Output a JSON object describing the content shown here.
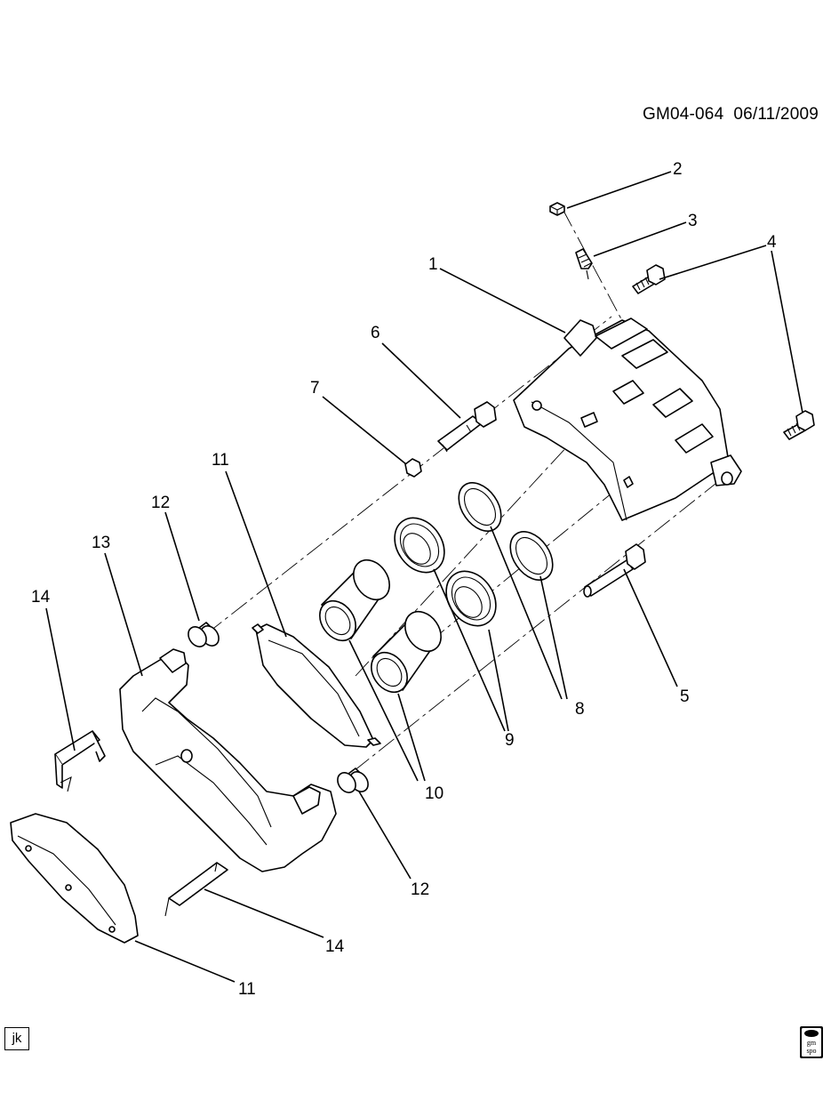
{
  "header": {
    "code": "GM04-064",
    "date": "06/11/2009"
  },
  "corner_tag": "jk",
  "logo": {
    "line1": "gm",
    "line2": "spo"
  },
  "callouts": {
    "c1": "1",
    "c2": "2",
    "c3": "3",
    "c4": "4",
    "c5": "5",
    "c6": "6",
    "c7": "7",
    "c8": "8",
    "c9": "9",
    "c10": "10",
    "c11a": "11",
    "c11b": "11",
    "c12a": "12",
    "c12b": "12",
    "c13": "13",
    "c14a": "14",
    "c14b": "14"
  }
}
